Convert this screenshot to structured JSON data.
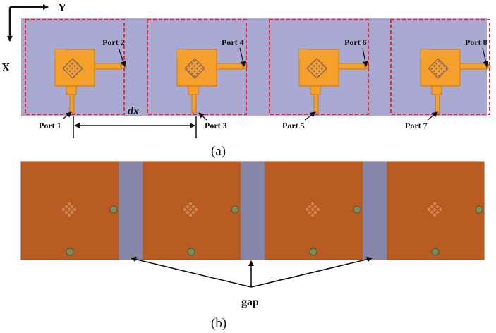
{
  "axes": {
    "x_label": "X",
    "y_label": "Y"
  },
  "dimension_label": "dx",
  "ports": [
    "Port 1",
    "Port 2",
    "Port 3",
    "Port 4",
    "Port 5",
    "Port 6",
    "Port 7",
    "Port 8"
  ],
  "gap_label": "gap",
  "captions": {
    "a": "(a)",
    "b": "(b)"
  },
  "colors": {
    "substrate_top": "#a9a9d1",
    "patch": "#f5a02a",
    "boundary": "#e8263a",
    "copper_bottom": "#b85c24",
    "gap_strip": "#8585a9",
    "via": "#7e8c5c"
  }
}
